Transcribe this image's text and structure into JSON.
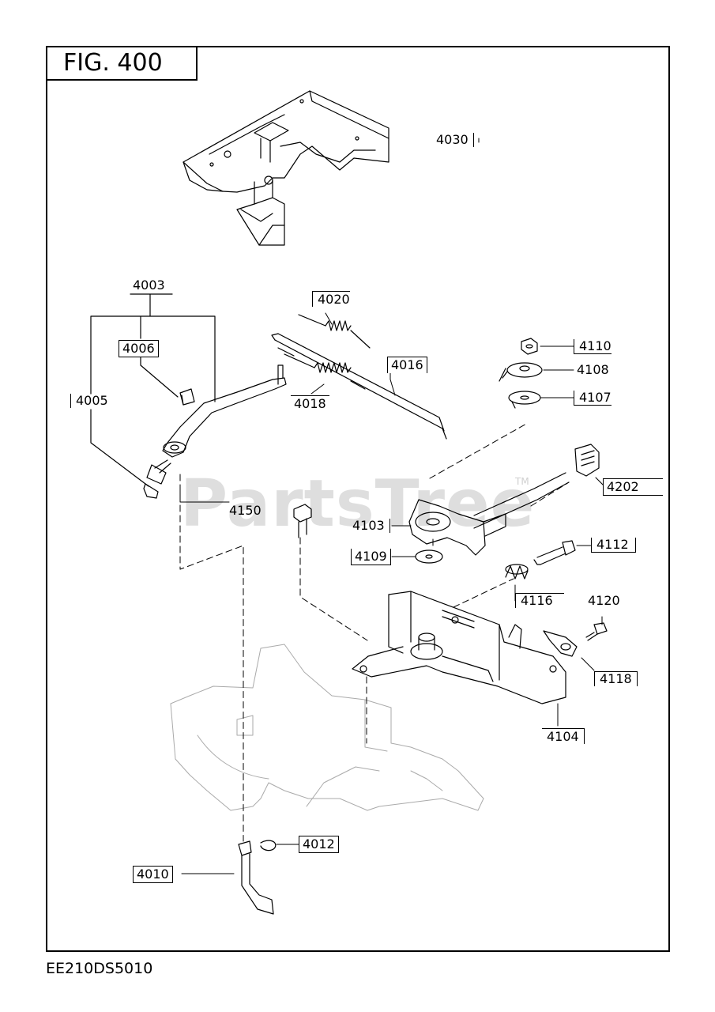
{
  "figure_title": "FIG. 400",
  "drawing_code": "EE210DS5010",
  "watermark": "PartsTree",
  "watermark_tm": "TM",
  "callouts": {
    "p4030": "4030",
    "p4003": "4003",
    "p4006": "4006",
    "p4005": "4005",
    "p4020": "4020",
    "p4016": "4016",
    "p4018": "4018",
    "p4110": "4110",
    "p4108": "4108",
    "p4107": "4107",
    "p4202": "4202",
    "p4150": "4150",
    "p4103": "4103",
    "p4109": "4109",
    "p4112": "4112",
    "p4116": "4116",
    "p4120": "4120",
    "p4118": "4118",
    "p4104": "4104",
    "p4012": "4012",
    "p4010": "4010"
  }
}
